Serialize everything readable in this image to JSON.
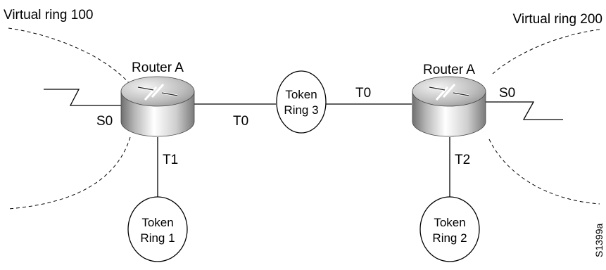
{
  "virtual_rings": {
    "left": "Virtual ring 100",
    "right": "Virtual ring 200"
  },
  "routers": {
    "left": {
      "name": "Router A",
      "ports": {
        "serial": "S0",
        "token_a": "T0",
        "token_b": "T1"
      }
    },
    "right": {
      "name": "Router A",
      "ports": {
        "serial": "S0",
        "token_a": "T0",
        "token_b": "T2"
      }
    }
  },
  "token_rings": [
    {
      "line1": "Token",
      "line2": "Ring 3"
    },
    {
      "line1": "Token",
      "line2": "Ring 1"
    },
    {
      "line1": "Token",
      "line2": "Ring 2"
    }
  ],
  "figure_id": "S1399a"
}
